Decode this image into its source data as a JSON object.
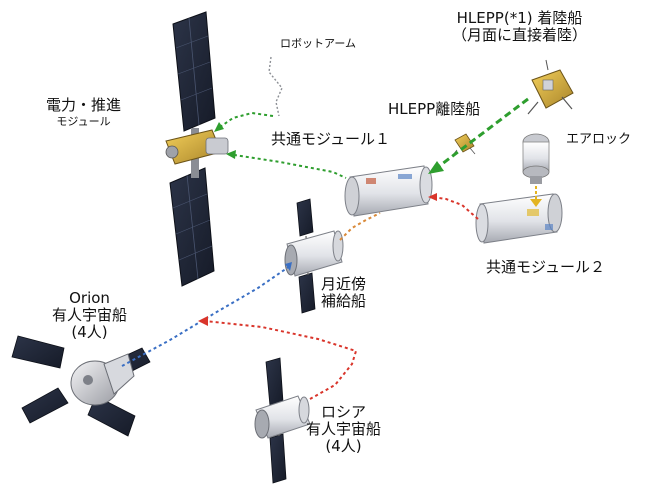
{
  "labels": {
    "hlepp_lander": {
      "line1": "HLEPP(*1) 着陸船",
      "line2": "（月面に直接着陸）"
    },
    "robot_arm": "ロボットアーム",
    "power_module": {
      "line1": "電力・推進",
      "line2": "モジュール"
    },
    "hlepp_ascent": "HLEPP離陸船",
    "common_module_1": "共通モジュール１",
    "airlock": "エアロック",
    "common_module_2": "共通モジュール２",
    "logistics": {
      "line1": "月近傍",
      "line2": "補給船"
    },
    "orion": {
      "line1": "Orion",
      "line2": "有人宇宙船",
      "line3": "(4人)"
    },
    "russia": {
      "line1": "ロシア",
      "line2": "有人宇宙船",
      "line3": "(4人)"
    }
  },
  "colors": {
    "green": "#2e9e2e",
    "orange": "#d98a3a",
    "red": "#d9352b",
    "yellow": "#e3b422",
    "blue": "#3a6fc4",
    "panel": "#232a3c",
    "module": "#e9eaee"
  }
}
